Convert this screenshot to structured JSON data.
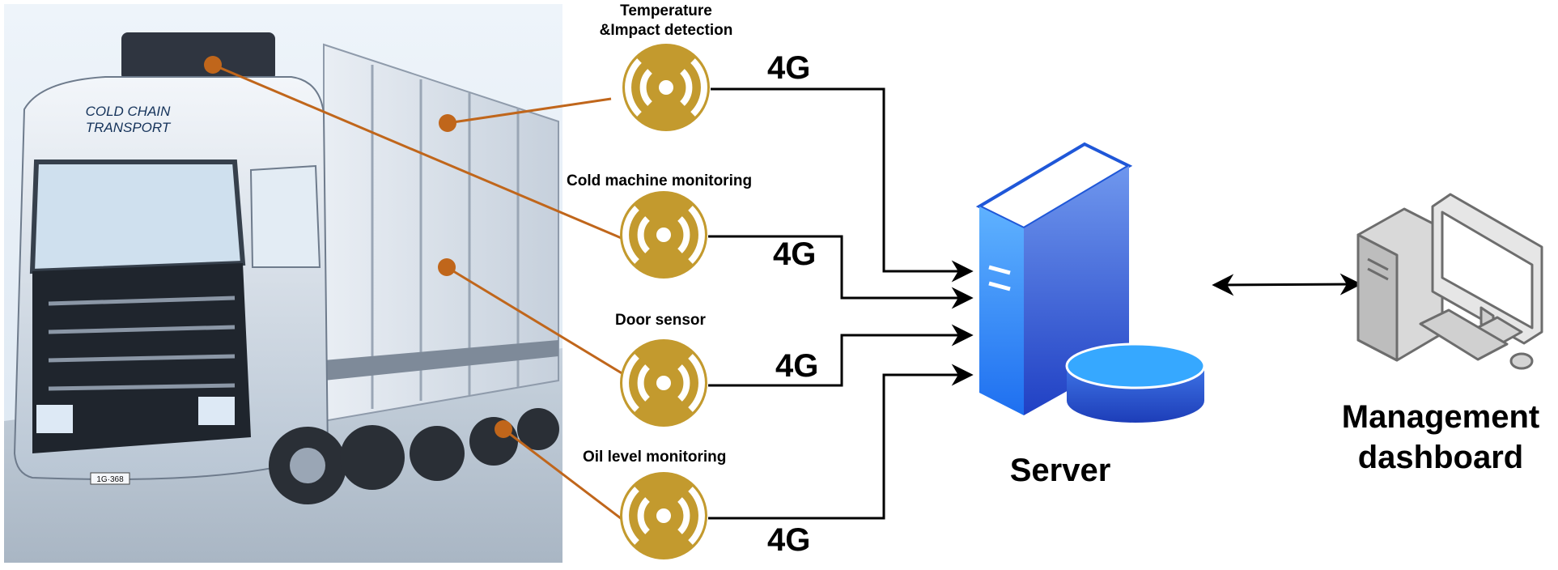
{
  "truck": {
    "cab_sign": [
      "COLD CHAIN",
      "TRANSPORT"
    ],
    "plate": "1G·368"
  },
  "sensors": [
    {
      "label_lines": [
        "Temperature",
        "&Impact detection"
      ],
      "link": "4G",
      "icon": "wireless-signal-icon"
    },
    {
      "label_lines": [
        "Cold machine monitoring"
      ],
      "link": "4G",
      "icon": "wireless-signal-icon"
    },
    {
      "label_lines": [
        "Door sensor"
      ],
      "link": "4G",
      "icon": "wireless-signal-icon"
    },
    {
      "label_lines": [
        "Oil level monitoring"
      ],
      "link": "4G",
      "icon": "wireless-signal-icon"
    }
  ],
  "server": {
    "label": "Server",
    "icon": "server-database-icon"
  },
  "dashboard": {
    "label_lines": [
      "Management",
      "dashboard"
    ],
    "icon": "desktop-computer-icon"
  },
  "colors": {
    "sensor_gold": "#c39a2e",
    "leader_line": "#c0661b",
    "server_blue": "#1e6ff0",
    "server_dark": "#1e3fc0",
    "arrow": "#000000"
  }
}
